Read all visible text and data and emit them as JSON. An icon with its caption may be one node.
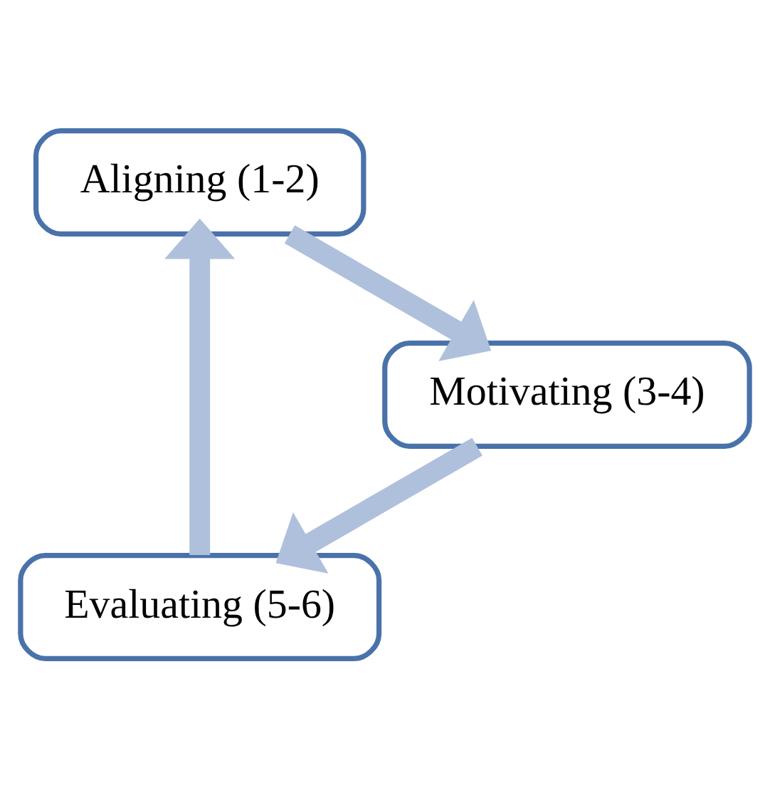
{
  "diagram": {
    "nodes": [
      {
        "text": [
          "Evaluating (5-6)"
        ]
      },
      {
        "text": [
          "Aligning (1-2)"
        ]
      },
      {
        "text": [
          "Motivating (3-4)"
        ]
      }
    ],
    "edges": [
      {
        "from": 0,
        "to": 1,
        "arrow": "to"
      },
      {
        "from": 1,
        "to": 2,
        "arrow": "to"
      },
      {
        "from": 2,
        "to": 0,
        "arrow": "to"
      }
    ]
  }
}
